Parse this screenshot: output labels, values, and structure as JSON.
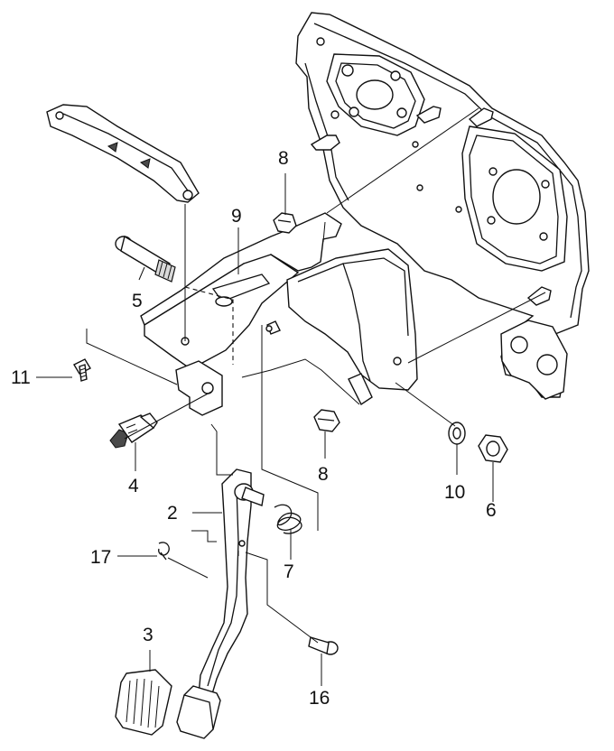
{
  "diagram": {
    "part_numbers": {
      "p2": "2",
      "p3": "3",
      "p4": "4",
      "p5": "5",
      "p6": "6",
      "p7": "7",
      "p8a": "8",
      "p8b": "8",
      "p9": "9",
      "p10": "10",
      "p11": "11",
      "p16": "16",
      "p17": "17"
    }
  }
}
